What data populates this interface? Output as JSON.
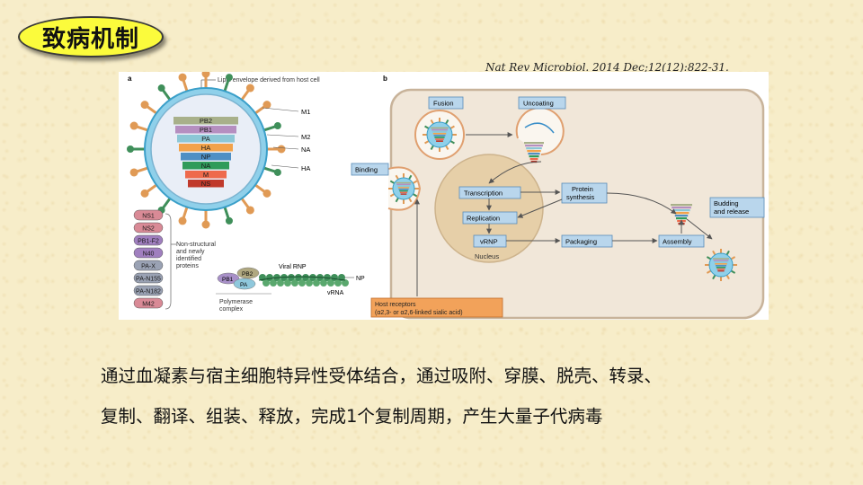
{
  "slide": {
    "title": "致病机制",
    "citation": "Nat Rev Microbiol. 2014 Dec;12(12):822-31.",
    "body_lines": [
      "通过血凝素与宿主细胞特异性受体结合，通过吸附、穿膜、脱壳、转录、",
      "复制、翻译、组装、释放，完成1个复制周期，产生大量子代病毒"
    ]
  },
  "figure": {
    "panel_a": {
      "label": "a",
      "envelope_label": "Lipid envelope derived from host cell",
      "segments": [
        {
          "name": "PB2",
          "color": "#a8b08a"
        },
        {
          "name": "PB1",
          "color": "#b58fc0"
        },
        {
          "name": "PA",
          "color": "#8cc7d6"
        },
        {
          "name": "HA",
          "color": "#f2a24a"
        },
        {
          "name": "NP",
          "color": "#4f8fc4"
        },
        {
          "name": "NA",
          "color": "#2f9b5a"
        },
        {
          "name": "M",
          "color": "#ee6a4c"
        },
        {
          "name": "NS",
          "color": "#c0392b"
        }
      ],
      "callouts": [
        "M1",
        "M2",
        "NA",
        "HA"
      ],
      "nonstructural_proteins": [
        {
          "name": "NS1",
          "color": "#d98a96"
        },
        {
          "name": "NS2",
          "color": "#d98a96"
        },
        {
          "name": "PB1-F2",
          "color": "#a07fbf"
        },
        {
          "name": "N40",
          "color": "#a07fbf"
        },
        {
          "name": "PA-X",
          "color": "#9aa2b4"
        },
        {
          "name": "PA-N155",
          "color": "#9aa2b4"
        },
        {
          "name": "PA-N182",
          "color": "#9aa2b4"
        },
        {
          "name": "M42",
          "color": "#d98a96"
        }
      ],
      "nonstructural_caption": [
        "Non-structural",
        "and newly",
        "identified",
        "proteins"
      ],
      "rnp": {
        "title": "Viral RNP",
        "np_label": "NP",
        "vrna_label": "vRNA",
        "pb2": "PB2",
        "pb1": "PB1",
        "pa": "PA",
        "complex_caption": [
          "Polymerase",
          "complex"
        ]
      }
    },
    "panel_b": {
      "label": "b",
      "steps": {
        "fusion": "Fusion",
        "uncoating": "Uncoating",
        "binding": "Binding",
        "transcription": "Transcription",
        "protein_synthesis": [
          "Protein",
          "synthesis"
        ],
        "replication": "Replication",
        "vrnp": "vRNP",
        "packaging": "Packaging",
        "assembly": "Assembly",
        "budding": [
          "Budding",
          "and release"
        ]
      },
      "nucleus_label": "Nucleus",
      "host_receptors": [
        "Host receptors",
        "(α2,3- or α2,6-linked sialic acid)"
      ]
    }
  }
}
